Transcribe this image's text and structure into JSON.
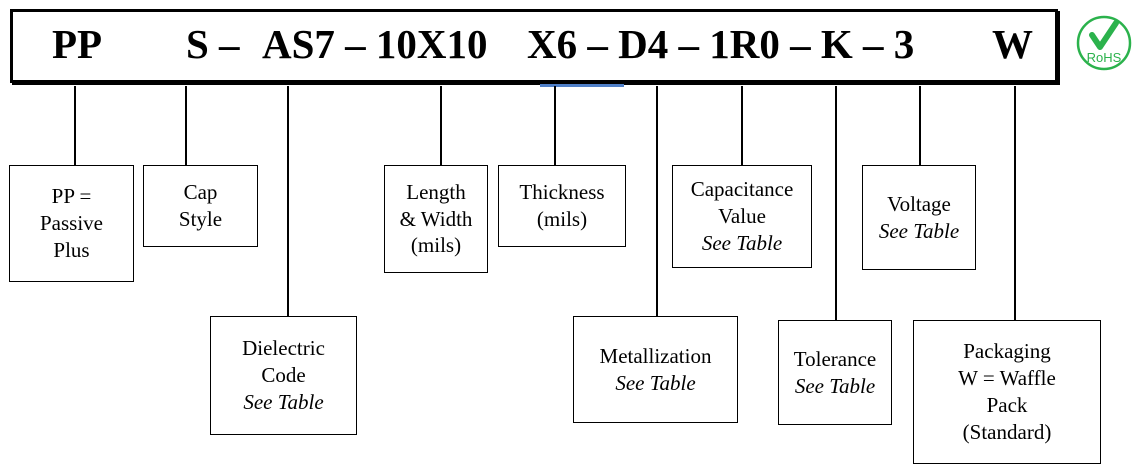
{
  "part_number": {
    "segments": [
      "PP",
      "S –",
      "AS7 – 10X10",
      "X6 – D4 – 1R0 – K – 3",
      "W"
    ]
  },
  "badge": {
    "label": "RoHS",
    "color": "#2bb24c"
  },
  "fields": {
    "passive_plus": {
      "lines": [
        "PP =",
        "Passive",
        "Plus"
      ]
    },
    "cap_style": {
      "lines": [
        "Cap",
        "Style"
      ]
    },
    "dielectric": {
      "lines": [
        "Dielectric",
        "Code"
      ],
      "note": "See Table"
    },
    "length_width": {
      "lines": [
        "Length",
        "& Width",
        "(mils)"
      ]
    },
    "thickness": {
      "lines": [
        "Thickness",
        "(mils)"
      ]
    },
    "metallization": {
      "lines": [
        "Metallization"
      ],
      "note": "See Table"
    },
    "capacitance": {
      "lines": [
        "Capacitance",
        "Value"
      ],
      "note": "See Table"
    },
    "tolerance": {
      "lines": [
        "Tolerance"
      ],
      "note": "See Table"
    },
    "voltage": {
      "lines": [
        "Voltage"
      ],
      "note": "See Table"
    },
    "packaging": {
      "lines": [
        "Packaging",
        "W = Waffle",
        "Pack",
        "(Standard)"
      ]
    }
  }
}
